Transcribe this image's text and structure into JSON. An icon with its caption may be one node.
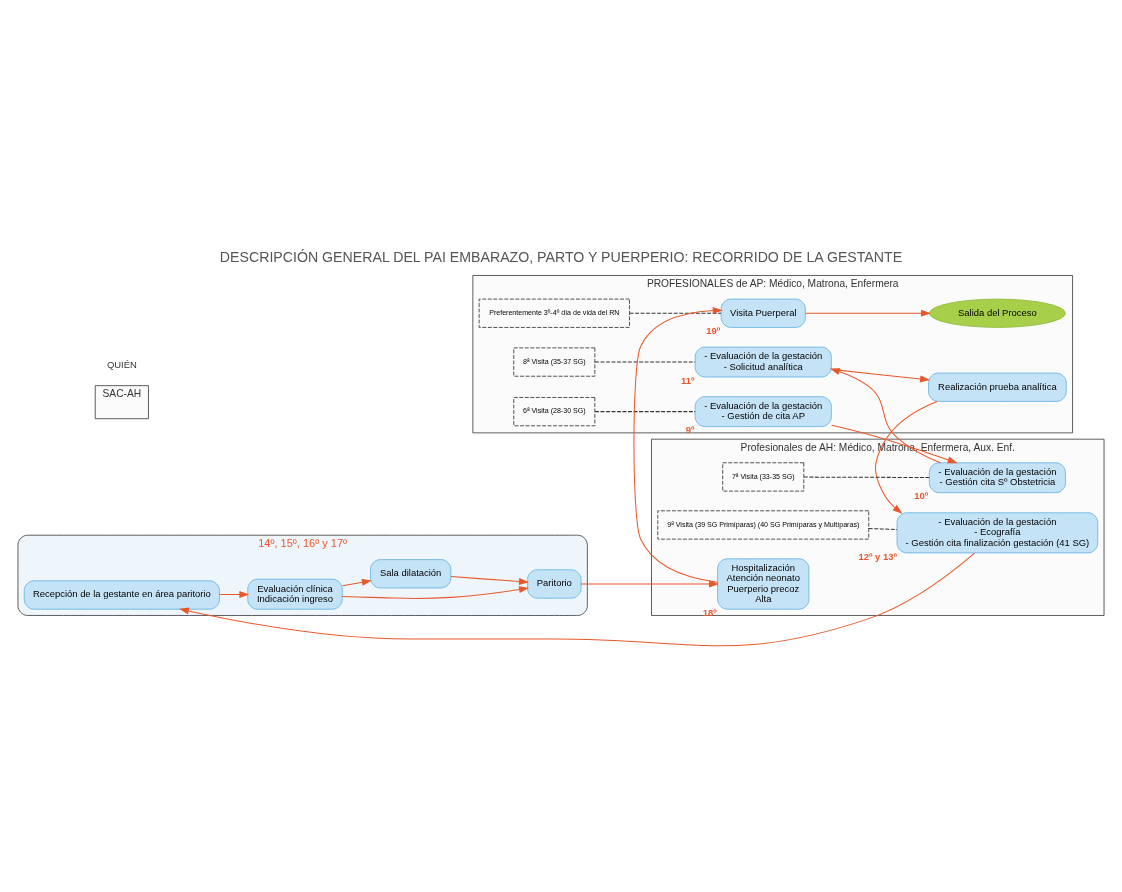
{
  "diagram": {
    "title": "DESCRIPCIÓN GENERAL DEL PAI EMBARAZO, PARTO Y PUERPERIO: RECORRIDO DE LA GESTANTE",
    "nodes": [
      {
        "text": [
          "PROFESIONALES de AP: Médico, Matrona, Enfermera"
        ]
      },
      {
        "text": [
          "6ª Visita (28-30 SG)"
        ],
        "in": 0
      },
      {
        "text": [
          "- Evaluación de la gestación",
          "- Gestión de cita AP"
        ],
        "in": 0,
        "beside": [
          "9º"
        ]
      },
      {
        "text": [
          "8ª Visita (35-37 SG)"
        ],
        "in": 0
      },
      {
        "text": [
          "- Evaluación de la gestación",
          "- Solicitud analítica"
        ],
        "in": 0,
        "beside": [
          "11º"
        ]
      },
      {
        "text": [
          "Salida del Proceso"
        ],
        "in": 0
      },
      {
        "text": [
          "Realización prueba analítica"
        ],
        "in": 0
      },
      {
        "text": [
          "Preferentemente 3º-4º día de vida del RN"
        ],
        "in": 0
      },
      {
        "text": [
          "Visita Puerperal"
        ],
        "in": 0,
        "beside": [
          "19º"
        ]
      },
      {
        "text": [
          "SAC-AH"
        ]
      },
      {
        "text": [
          "14º, 15º, 16º y 17º"
        ]
      },
      {
        "text": [
          "Recepción de la gestante en área paritorio"
        ],
        "in": 10
      },
      {
        "text": [
          "Profesionales de AH: Médico, Matrona, Enfermera, Aux. Enf."
        ]
      },
      {
        "text": [
          "Evaluación clínica",
          "Indicación ingreso"
        ],
        "in": 10
      },
      {
        "text": [
          "Paritorio"
        ],
        "in": 10
      },
      {
        "text": [
          "Sala dilatación"
        ],
        "in": 10
      },
      {
        "text": [
          "7ª Visita (33-35 SG)"
        ],
        "in": 12
      },
      {
        "text": [
          "- Evaluación de la gestación",
          "- Gestión cita Sº Obstetricia"
        ],
        "in": 12,
        "beside": [
          "10º"
        ]
      },
      {
        "text": [
          "9ª Visita (39 SG Primíparas) (40 SG Primíparas y Multíparas)"
        ],
        "in": 12
      },
      {
        "text": [
          "- Evaluación de la gestación",
          "- Ecografía",
          "- Gestión cita finalización gestación (41 SG)"
        ],
        "in": 12,
        "beside": [
          "12º y 13º"
        ]
      },
      {
        "text": [
          "Hospitalización",
          "Atención neonato",
          "Puerperio precoz",
          "Alta"
        ],
        "in": 12,
        "beside": [
          "18º"
        ]
      }
    ],
    "edges": [
      {
        "from": 2,
        "to": 17,
        "arrow": "to"
      },
      {
        "from": 17,
        "to": 4,
        "arrow": "to"
      },
      {
        "from": 4,
        "to": 6,
        "arrow": "to"
      },
      {
        "from": 6,
        "to": 19,
        "arrow": "to"
      },
      {
        "from": 19,
        "to": 11,
        "arrow": "to"
      },
      {
        "from": 11,
        "to": 13,
        "arrow": "to"
      },
      {
        "from": 13,
        "to": 14,
        "arrow": "to"
      },
      {
        "from": 13,
        "to": 15,
        "arrow": "to"
      },
      {
        "from": 15,
        "to": 14,
        "arrow": "to"
      },
      {
        "from": 14,
        "to": 20,
        "arrow": "to"
      },
      {
        "from": 20,
        "to": 8,
        "arrow": "to"
      },
      {
        "from": 8,
        "to": 5,
        "arrow": "to"
      },
      {
        "from": 1,
        "to": 2,
        "arrow": "none",
        "style": "dashed",
        "color": "#333333"
      },
      {
        "from": 3,
        "to": 4,
        "arrow": "none",
        "style": "dashed",
        "color": "#333333"
      },
      {
        "from": 7,
        "to": 8,
        "arrow": "none",
        "style": "dashed",
        "color": "#333333"
      },
      {
        "from": 16,
        "to": 17,
        "arrow": "none",
        "style": "dashed",
        "color": "#333333"
      },
      {
        "from": 18,
        "to": 19,
        "arrow": "none",
        "style": "dashed",
        "color": "#333333"
      }
    ],
    "labels": [
      "QUIÉN"
    ]
  }
}
